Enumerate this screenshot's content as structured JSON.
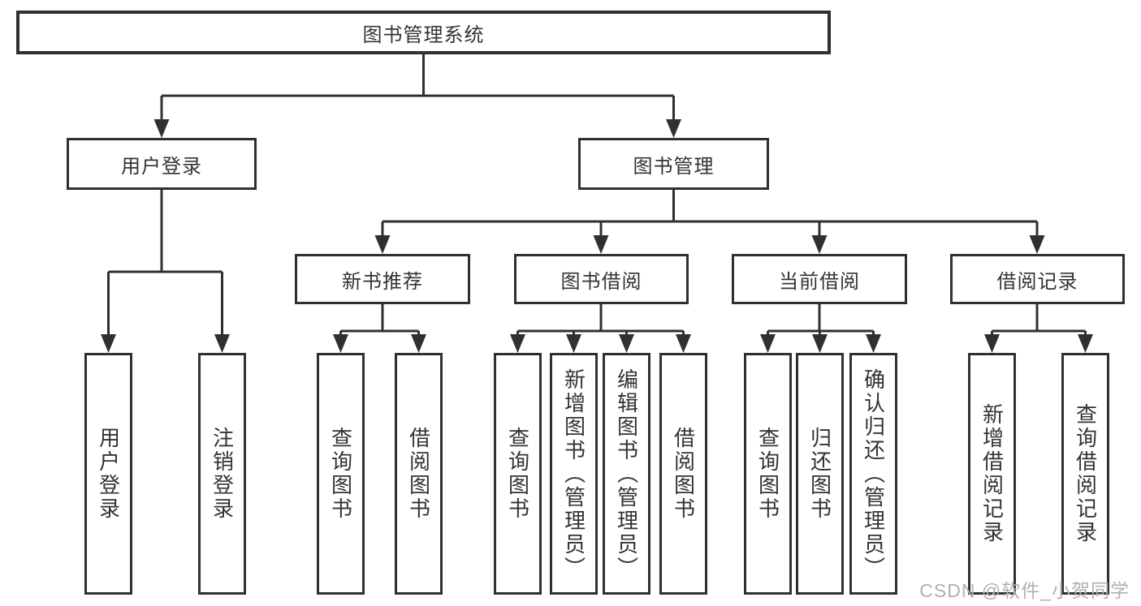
{
  "diagram": {
    "root": {
      "label": "图书管理系统"
    },
    "branches": [
      {
        "label": "用户登录",
        "leaves": [
          "用户登录",
          "注销登录"
        ]
      },
      {
        "label": "图书管理",
        "children": [
          {
            "label": "新书推荐",
            "leaves": [
              "查询图书",
              "借阅图书"
            ]
          },
          {
            "label": "图书借阅",
            "leaves": [
              "查询图书",
              "新增图书（管理员）",
              "编辑图书（管理员）",
              "借阅图书"
            ]
          },
          {
            "label": "当前借阅",
            "leaves": [
              "查询图书",
              "归还图书",
              "确认归还（管理员）"
            ]
          },
          {
            "label": "借阅记录",
            "leaves": [
              "新增借阅记录",
              "查询借阅记录"
            ]
          }
        ]
      }
    ]
  },
  "watermark": {
    "text": "CSDN @软件_小贺同学"
  },
  "colors": {
    "line": "#303030",
    "text": "#333333",
    "watermark": "#b0b0b0",
    "background": "#ffffff"
  }
}
